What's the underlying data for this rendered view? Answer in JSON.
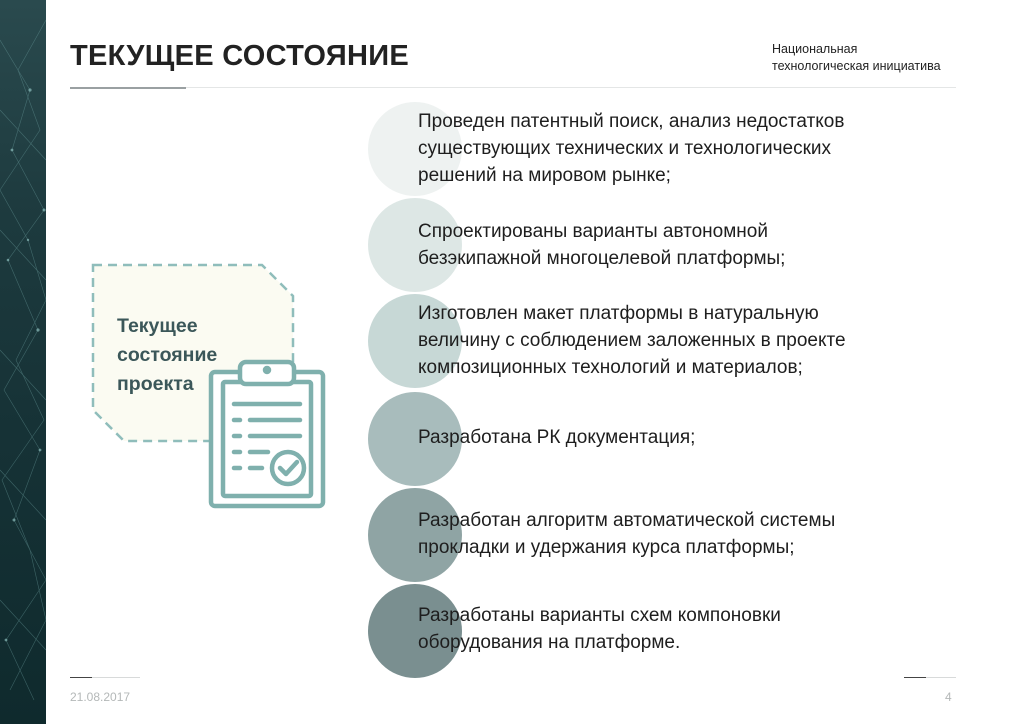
{
  "header": {
    "title": "ТЕКУЩЕЕ СОСТОЯНИЕ",
    "org_line1": "Национальная",
    "org_line2": "технологическая инициатива"
  },
  "note": {
    "line1": "Текущее",
    "line2": "состояние",
    "line3": "проекта",
    "icon": "clipboard-checklist-icon"
  },
  "items": [
    {
      "lines": [
        "Проведен патентный поиск, анализ недостатков",
        "существующих технических и технологических",
        "решений на мировом рынке;"
      ],
      "color": "#eef2f1"
    },
    {
      "lines": [
        "Спроектированы варианты автономной",
        "безэкипажной многоцелевой платформы;"
      ],
      "color": "#dde7e5"
    },
    {
      "lines": [
        "Изготовлен макет платформы в натуральную",
        "величину с соблюдением заложенных в проекте",
        "композиционных технологий и материалов;"
      ],
      "color": "#c7d8d6"
    },
    {
      "lines": [
        "Разработана РК документация;"
      ],
      "color": "#a8bcbc"
    },
    {
      "lines": [
        "Разработан алгоритм автоматической системы",
        "прокладки и удержания курса платформы;"
      ],
      "color": "#8fa4a4"
    },
    {
      "lines": [
        "Разработаны варианты схем компоновки",
        "оборудования на платформе."
      ],
      "color": "#7a8f90"
    }
  ],
  "footer": {
    "date": "21.08.2017",
    "page": "4"
  },
  "colors": {
    "accent": "#88b5b3",
    "note_text": "#3b5759",
    "side_strip": "#1d3a3e"
  }
}
